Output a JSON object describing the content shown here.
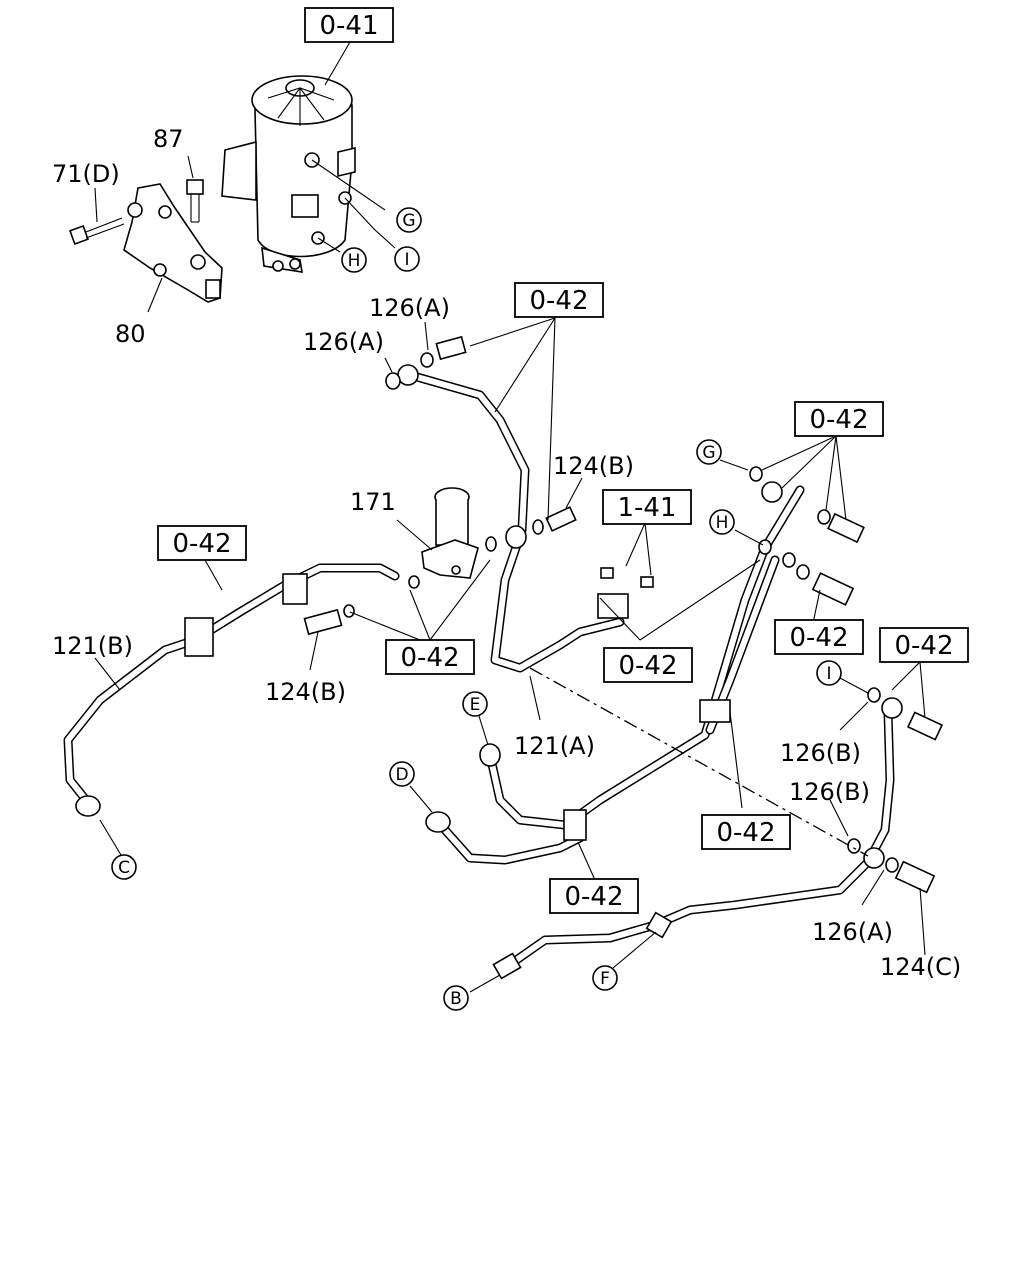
{
  "callouts": {
    "filter_assy_ref": "0-41",
    "ref_042_upper": "0-42",
    "ref_042_right": "0-42",
    "ref_042_left": "0-42",
    "ref_042_pump": "0-42",
    "ref_042_mid": "0-42",
    "ref_042_right_lower": "0-42",
    "ref_042_far_right": "0-42",
    "ref_042_center_lower": "0-42",
    "ref_042_bottom": "0-42",
    "ref_141": "1-41"
  },
  "parts": {
    "p87": "87",
    "p71d": "71(D)",
    "p80": "80",
    "p126a_top": "126(A)",
    "p126a_left": "126(A)",
    "p124b_top": "124(B)",
    "p171": "171",
    "p121b": "121(B)",
    "p124b_left": "124(B)",
    "p121a": "121(A)",
    "p126b_upper": "126(B)",
    "p126b_lower": "126(B)",
    "p126a_bottom": "126(A)",
    "p124c": "124(C)"
  },
  "connectors": {
    "G1": "G",
    "I1": "I",
    "H1": "H",
    "G2": "G",
    "H2": "H",
    "I2": "I",
    "E": "E",
    "D": "D",
    "C": "C",
    "B": "B",
    "F": "F"
  }
}
